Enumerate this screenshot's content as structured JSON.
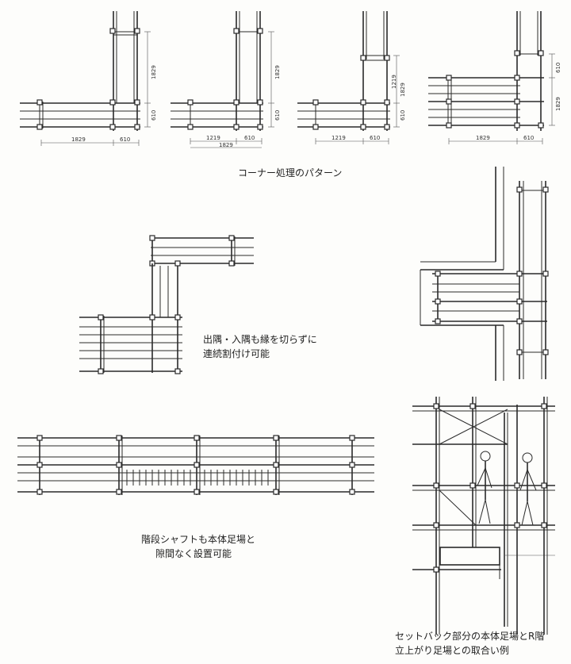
{
  "captions": {
    "corner_patterns": "コーナー処理のパターン",
    "inout_corner_line1": "出隅・入隅も縁を切らずに",
    "inout_corner_line2": "連続割付け可能",
    "stair_line1": "階段シャフトも本体足場と",
    "stair_line2": "隙間なく設置可能",
    "setback_line1": "セットバック部分の本体足場とR階",
    "setback_line2": "立上がり足場との取合い例"
  },
  "dimensions": {
    "d1829": "1829",
    "d610": "610",
    "d1219": "1219"
  }
}
